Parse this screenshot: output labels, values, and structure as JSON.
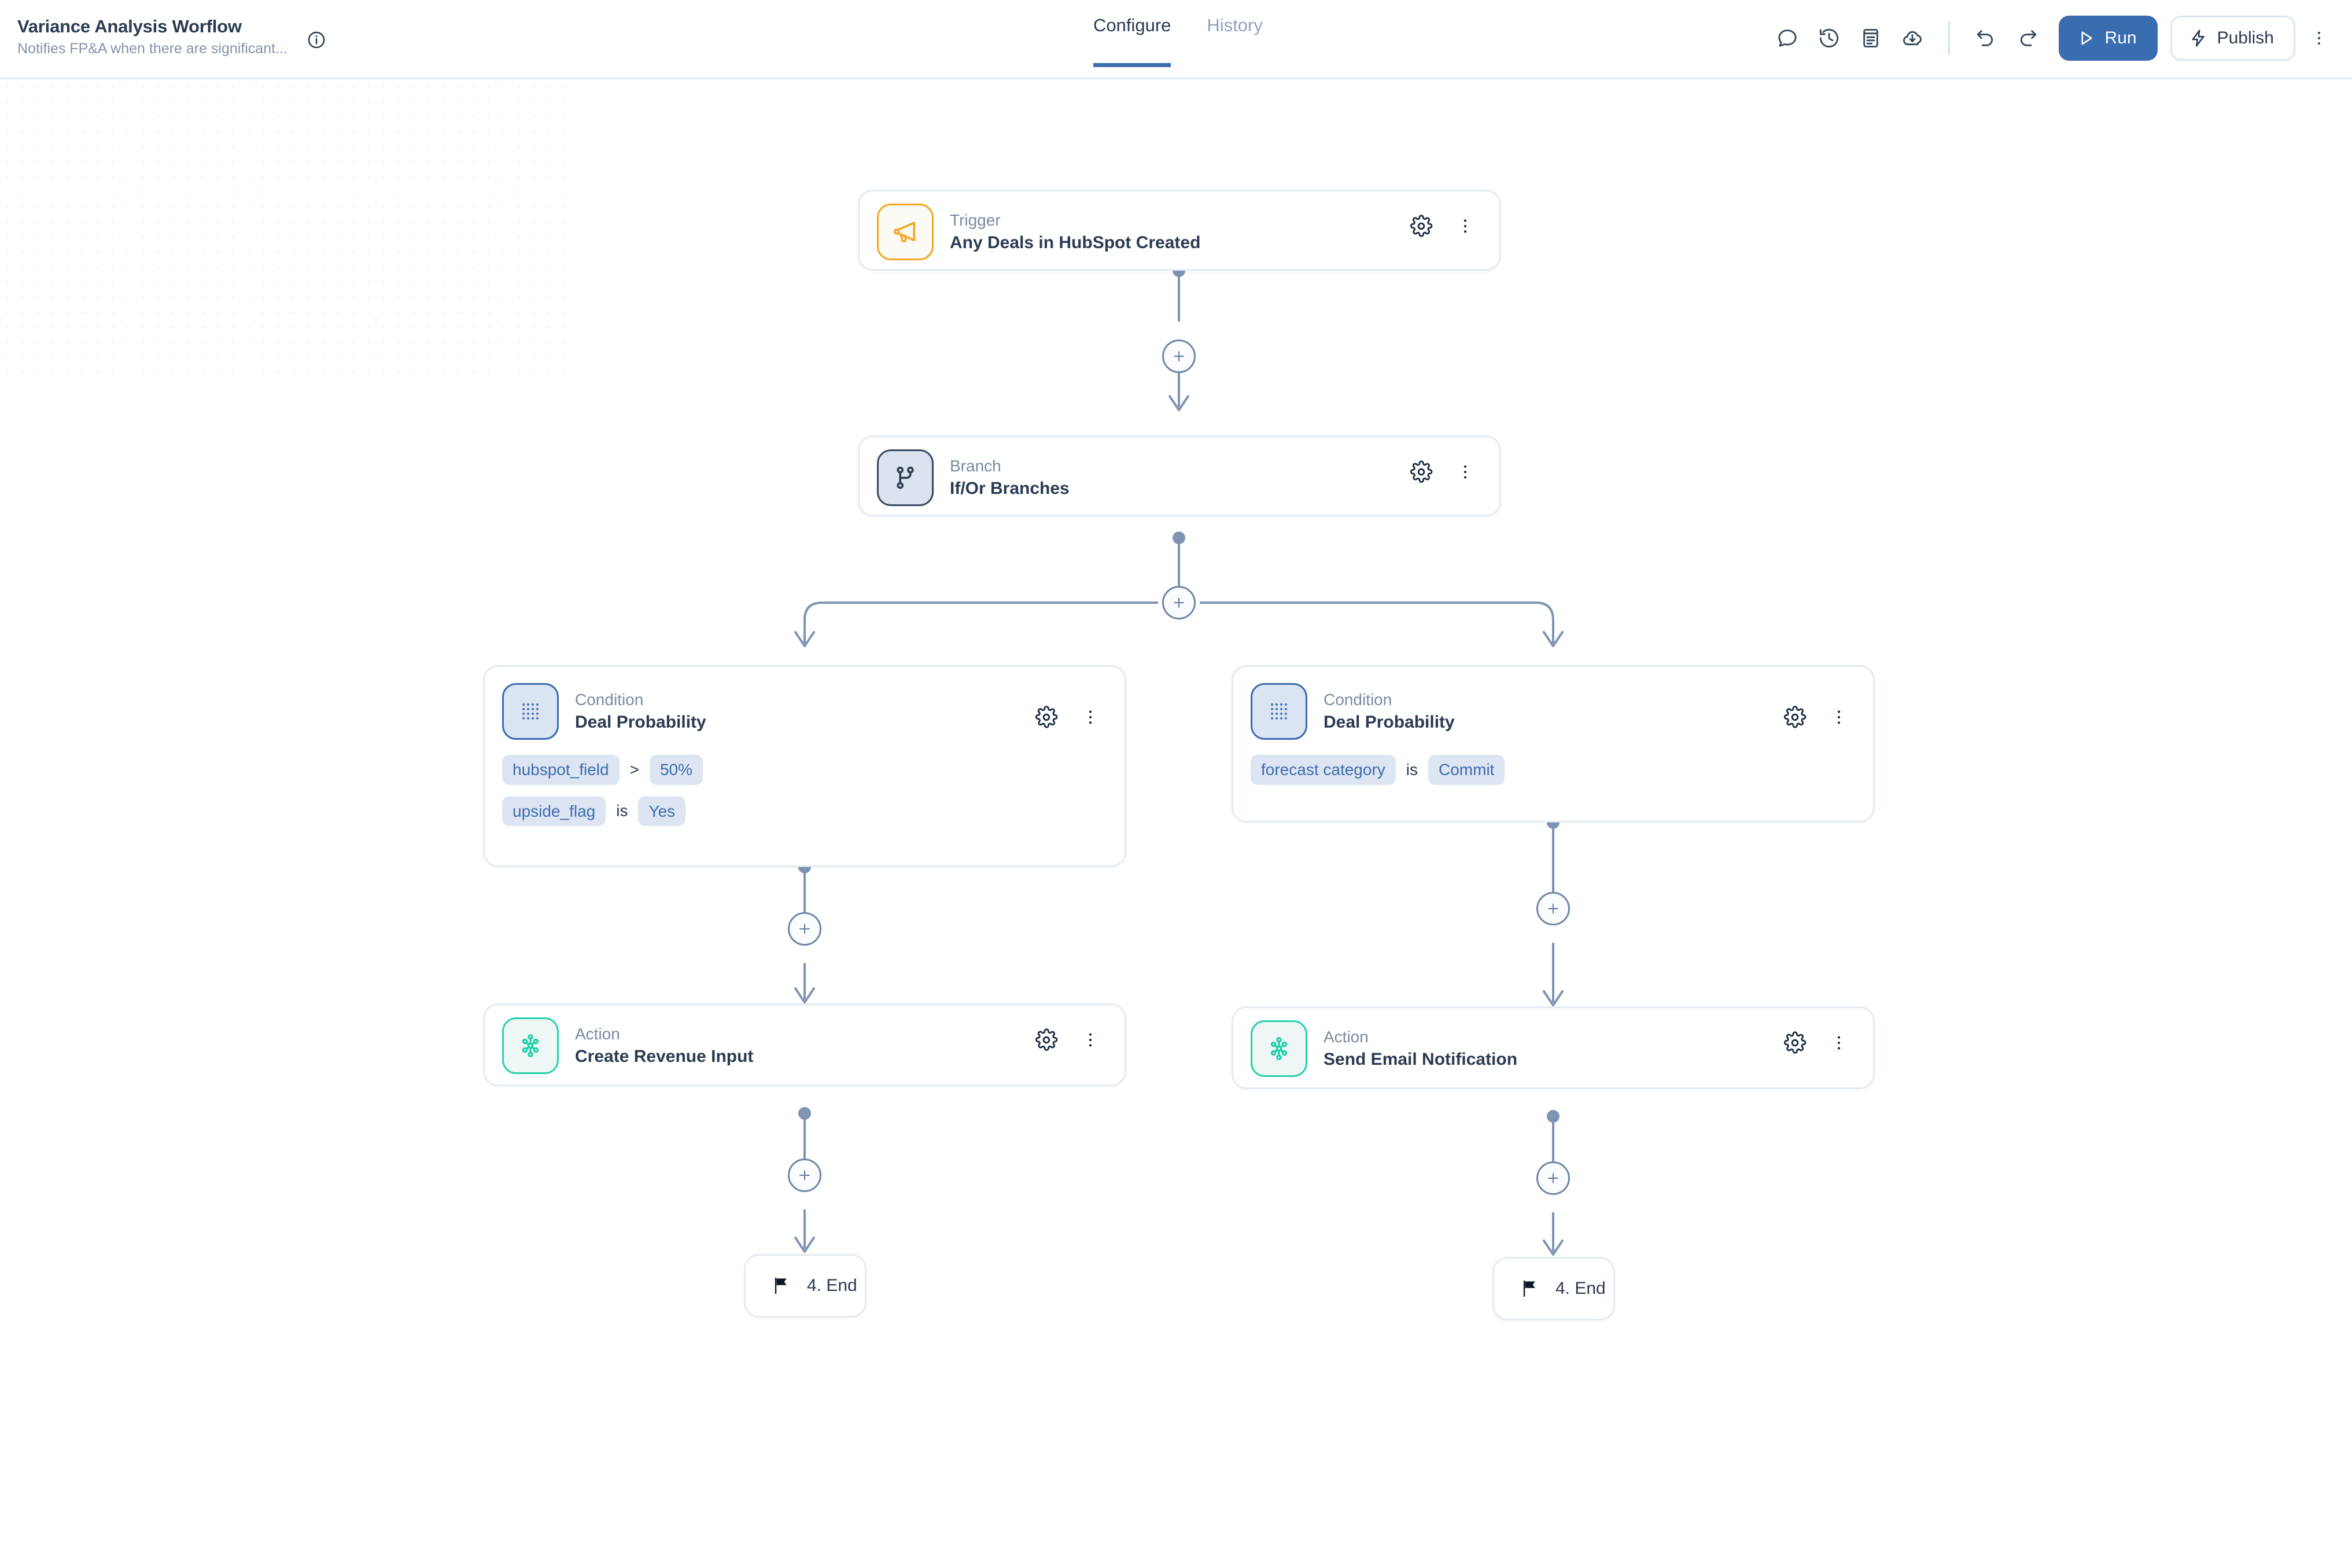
{
  "header": {
    "title": "Variance Analysis Worflow",
    "subtitle": "Notifies FP&A when there are significant...",
    "info_icon": "info-circle-icon",
    "tabs": [
      {
        "label": "Configure",
        "active": true
      },
      {
        "label": "History",
        "active": false
      }
    ],
    "tools": [
      {
        "name": "comment-icon",
        "label": "Comments"
      },
      {
        "name": "version-history-icon",
        "label": "Version history"
      },
      {
        "name": "notes-icon",
        "label": "Notes"
      },
      {
        "name": "cloud-download-icon",
        "label": "Download"
      }
    ],
    "undo_icon": "undo-icon",
    "redo_icon": "redo-icon",
    "run_label": "Run",
    "run_icon": "play-icon",
    "publish_label": "Publish",
    "publish_icon": "lightning-icon",
    "overflow_icon": "kebab-menu-icon",
    "accent_color": "#3a6cb0",
    "title_color": "#2b3b52",
    "muted_color": "#8494ab"
  },
  "canvas": {
    "nodes": {
      "trigger": {
        "kind": "Trigger",
        "name": "Any Deals in HubSpot Created",
        "icon": "megaphone-icon",
        "accent": "#f5a623",
        "settings_icon": "gear-icon",
        "more_icon": "kebab-menu-icon"
      },
      "branch": {
        "kind": "Branch",
        "name": "If/Or Branches",
        "icon": "git-branch-icon",
        "accent": "#384a63",
        "settings_icon": "gear-icon",
        "more_icon": "kebab-menu-icon"
      },
      "condition_left": {
        "kind": "Condition",
        "name": "Deal Probability",
        "icon": "dot-grid-icon",
        "accent": "#3a6cb0",
        "settings_icon": "gear-icon",
        "more_icon": "kebab-menu-icon",
        "rules": [
          {
            "field": "hubspot_field",
            "operator": ">",
            "value": "50%"
          },
          {
            "field": "upside_flag",
            "operator": "is",
            "value": "Yes"
          }
        ]
      },
      "condition_right": {
        "kind": "Condition",
        "name": "Deal Probability",
        "icon": "dot-grid-icon",
        "accent": "#3a6cb0",
        "settings_icon": "gear-icon",
        "more_icon": "kebab-menu-icon",
        "rules": [
          {
            "field": "forecast category",
            "operator": "is",
            "value": "Commit"
          }
        ]
      },
      "action_left": {
        "kind": "Action",
        "name": "Create Revenue Input",
        "icon": "node-network-icon",
        "accent": "#27d2ab",
        "settings_icon": "gear-icon",
        "more_icon": "kebab-menu-icon"
      },
      "action_right": {
        "kind": "Action",
        "name": "Send Email Notification",
        "icon": "node-network-icon",
        "accent": "#27d2ab",
        "settings_icon": "gear-icon",
        "more_icon": "kebab-menu-icon"
      },
      "end_left": {
        "label": "4. End",
        "icon": "flag-icon"
      },
      "end_right": {
        "label": "4. End",
        "icon": "flag-icon"
      }
    },
    "add_step_icon": "plus-icon",
    "connector_color": "#7f94b3"
  }
}
